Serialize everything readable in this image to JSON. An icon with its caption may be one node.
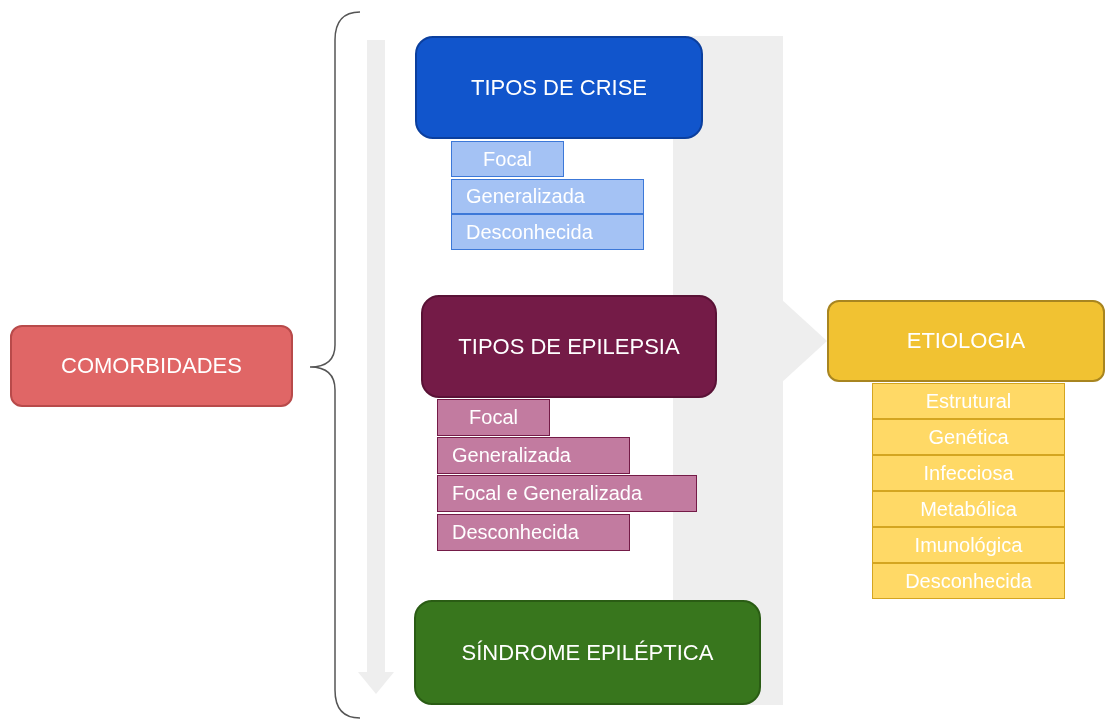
{
  "diagram": {
    "nodes": [
      {
        "text": [
          "COMORBIDADES"
        ]
      },
      {
        "text": [
          "TIPOS DE CRISE"
        ]
      },
      {
        "text": [
          "Focal"
        ]
      },
      {
        "text": [
          "Generalizada"
        ]
      },
      {
        "text": [
          "Desconhecida"
        ]
      },
      {
        "text": [
          "TIPOS DE EPILEPSIA"
        ]
      },
      {
        "text": [
          "Focal"
        ]
      },
      {
        "text": [
          "Generalizada"
        ]
      },
      {
        "text": [
          "Focal e Generalizada"
        ]
      },
      {
        "text": [
          "Desconhecida"
        ]
      },
      {
        "text": [
          "SÍNDROME EPILÉPTICA"
        ]
      },
      {
        "text": [
          "ETIOLOGIA"
        ]
      },
      {
        "text": [
          "Estrutural"
        ]
      },
      {
        "text": [
          "Genética"
        ]
      },
      {
        "text": [
          "Infecciosa"
        ]
      },
      {
        "text": [
          "Metabólica"
        ]
      },
      {
        "text": [
          "Imunológica"
        ]
      },
      {
        "text": [
          "Desconhecida"
        ]
      }
    ],
    "edges": [
      {
        "from": 5,
        "to": 11,
        "arrow": "to"
      }
    ]
  }
}
